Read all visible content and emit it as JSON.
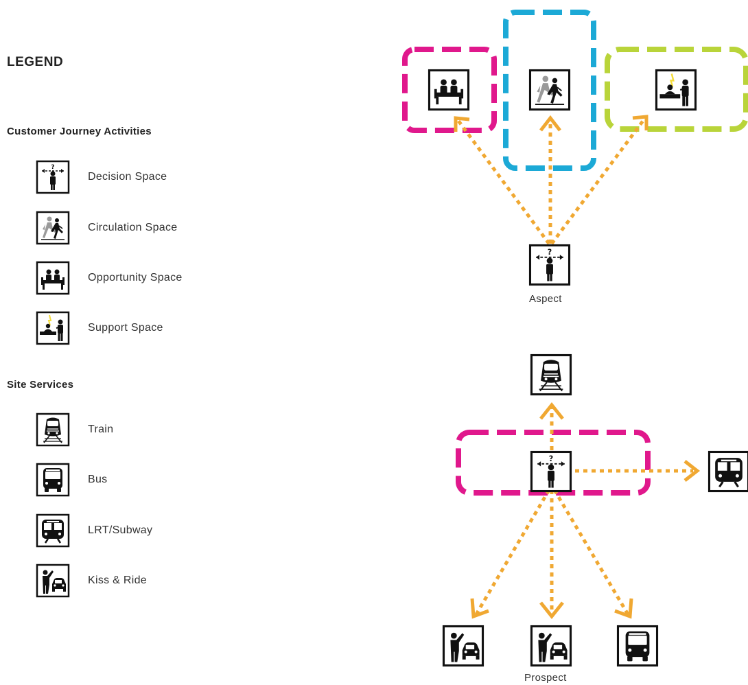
{
  "legend": {
    "title": "LEGEND",
    "journey_title": "Customer Journey Activities",
    "journey_items": [
      {
        "label": "Decision Space",
        "icon": "decision-space-icon"
      },
      {
        "label": "Circulation Space",
        "icon": "circulation-space-icon"
      },
      {
        "label": "Opportunity Space",
        "icon": "opportunity-space-icon"
      },
      {
        "label": "Support Space",
        "icon": "support-space-icon"
      }
    ],
    "services_title": "Site Services",
    "service_items": [
      {
        "label": "Train",
        "icon": "train-icon"
      },
      {
        "label": "Bus",
        "icon": "bus-icon"
      },
      {
        "label": "LRT/Subway",
        "icon": "subway-icon"
      },
      {
        "label": "Kiss & Ride",
        "icon": "kiss-and-ride-icon"
      }
    ]
  },
  "diagram": {
    "aspect_label": "Aspect",
    "prospect_label": "Prospect"
  },
  "colors": {
    "magenta_zone": "#e0188c",
    "cyan_zone": "#1ca9d6",
    "lime_zone": "#b9d43a",
    "arrow": "#f0a832",
    "icon_stroke": "#111111",
    "secondary_figure": "#9a9a9a",
    "support_glow": "#f4dc3a"
  }
}
